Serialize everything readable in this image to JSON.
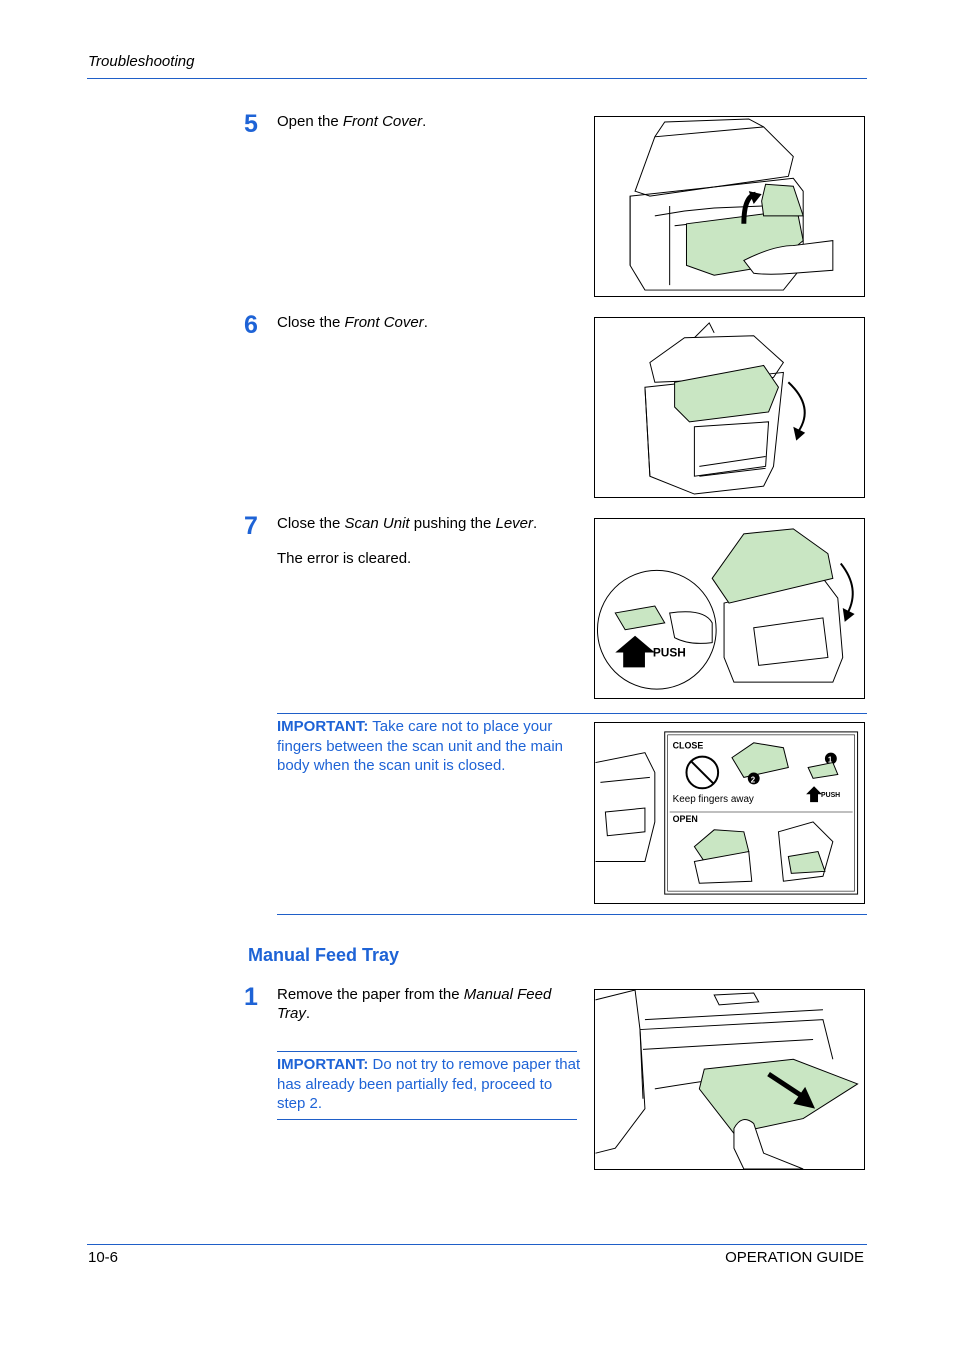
{
  "header": {
    "section": "Troubleshooting"
  },
  "steps": [
    {
      "number": "5",
      "pre": "Open the ",
      "em": "Front Cover",
      "post": "."
    },
    {
      "number": "6",
      "pre": "Close the ",
      "em": "Front Cover",
      "post": "."
    },
    {
      "number": "7",
      "pre": "Close the ",
      "em": "Scan Unit",
      "mid": " pushing the ",
      "em2": "Lever",
      "post": ".",
      "note": "The error is cleared."
    }
  ],
  "important1": {
    "label": "IMPORTANT:",
    "text": " Take care not to place your fingers between the scan unit and the main body when the scan unit is closed."
  },
  "label_card": {
    "close": "CLOSE",
    "open": "OPEN",
    "keep_fingers": "Keep fingers away",
    "push": "PUSH",
    "n1": "1",
    "n2": "2"
  },
  "illus7": {
    "push": "PUSH"
  },
  "section": {
    "title": "Manual Feed Tray"
  },
  "step_manual": {
    "number": "1",
    "pre": "Remove the paper from the ",
    "em": "Manual Feed Tray",
    "post": "."
  },
  "important2": {
    "label": "IMPORTANT:",
    "text": " Do not try to remove paper that has already been partially fed, proceed to step 2."
  },
  "footer": {
    "page": "10-6",
    "guide": "OPERATION GUIDE"
  },
  "colors": {
    "accent": "#1e63d6",
    "rule": "#1f5fc8",
    "part_green": "#c9e6c3"
  }
}
